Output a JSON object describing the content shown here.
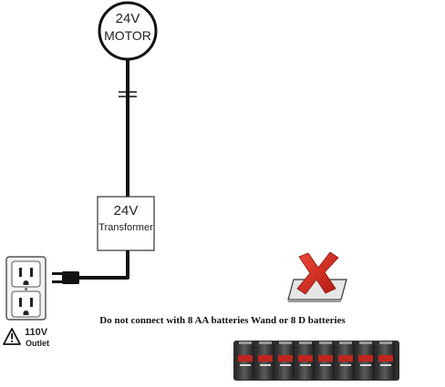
{
  "motor": {
    "voltage": "24V",
    "label": "MOTOR"
  },
  "transformer": {
    "voltage": "24V",
    "label": "Transformer"
  },
  "outlet": {
    "voltage": "110V",
    "label": "Outlet"
  },
  "warning": {
    "text": "Do not connect with  8 AA batteries Wand or 8 D batteries"
  },
  "colors": {
    "wire": "#111111",
    "battery_red": "#c0251e",
    "x_mark": "#d22b1f"
  },
  "icons": [
    "warning-triangle-icon",
    "x-mark-icon",
    "battery-pack-icon"
  ]
}
